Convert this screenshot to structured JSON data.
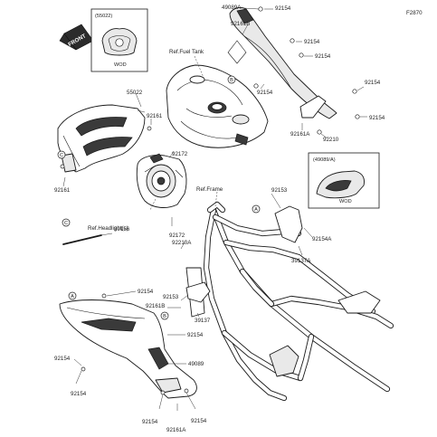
{
  "figure_code": "F2870",
  "direction_arrow": "FRONT",
  "inset_top_left": {
    "code": "(55022)",
    "note": "WOD"
  },
  "inset_right": {
    "code": "(49089/A)",
    "note": "WOD"
  },
  "ref_labels": {
    "fuel_tank": "Ref.Fuel Tank",
    "frame": "Ref.Frame",
    "headlight": "Ref.Headlight(s)"
  },
  "markers": {
    "a": "A",
    "b": "B",
    "c": "C"
  },
  "parts": {
    "p49089A": "49089A",
    "p92154_a": "92154",
    "p92161B_a": "92161B",
    "p92154_b": "92154",
    "p92154_c": "92154",
    "p92154_d": "92154",
    "p92154_e": "92154",
    "p92154_f": "92154",
    "p92161A_a": "92161A",
    "p92210": "92210",
    "p55022": "55022",
    "p92161_a": "92161",
    "p92161_b": "92161",
    "p92172_a": "92172",
    "p92172_b": "92172",
    "p92210A": "92210A",
    "p92153_a": "92153",
    "p92154A": "92154A",
    "p39137A": "39137A",
    "p39156": "39156",
    "p92154_g": "92154",
    "p92153_b": "92153",
    "p92161B_b": "92161B",
    "p39137": "39137",
    "p92154_h": "92154",
    "p49089": "49089",
    "p92154_i": "92154",
    "p92154_j": "92154",
    "p92154_k": "92154",
    "p92154_l": "92154",
    "p92161A_b": "92161A"
  }
}
